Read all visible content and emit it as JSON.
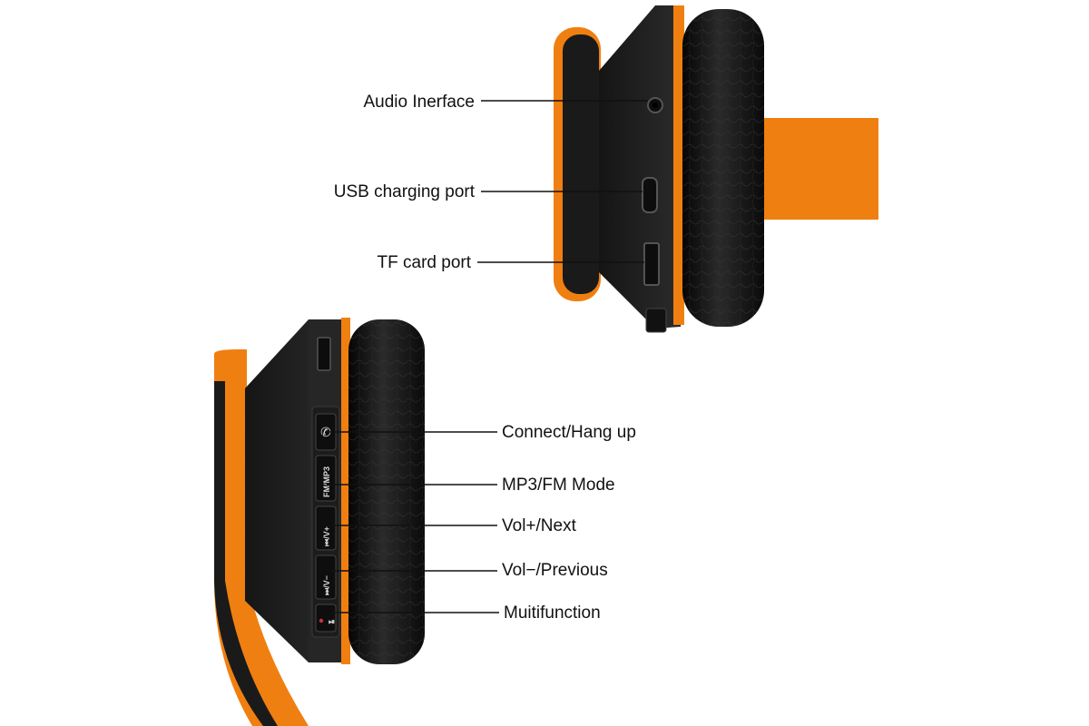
{
  "colors": {
    "accent": "#f07f11",
    "shell": "#1f1f1f",
    "cushion": "#141414",
    "background": "#ffffff"
  },
  "callouts": {
    "audio_interface": "Audio Inerface",
    "usb_charging_port": "USB charging port",
    "tf_card_port": "TF card port",
    "connect_hang_up": "Connect/Hang up",
    "mp3_fm_mode": "MP3/FM Mode",
    "vol_plus_next": "Vol+/Next",
    "vol_minus_previous": "Vol−/Previous",
    "multifunction": "Muitifunction"
  },
  "button_labels": {
    "fm_mp3": "FM/MP3",
    "vol_plus": "⏮/V+",
    "vol_minus": "⏭/V−",
    "play_pause": "⏯"
  }
}
